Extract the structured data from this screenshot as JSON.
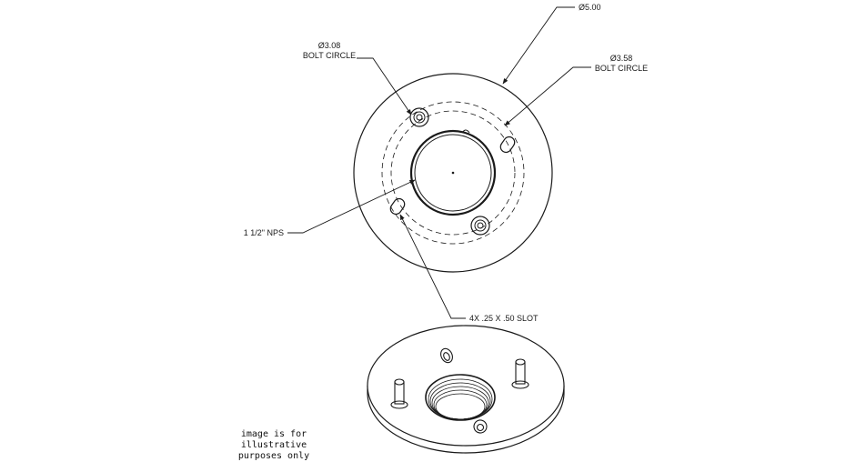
{
  "labels": {
    "overall_diameter": "Ø5.00",
    "small_bolt_circle_diameter": "Ø3.08",
    "small_bolt_circle_caption": "BOLT CIRCLE",
    "large_bolt_circle_diameter": "Ø3.58",
    "large_bolt_circle_caption": "BOLT CIRCLE",
    "center_thread": "1 1/2\" NPS",
    "slots": "4X .25 X .50 SLOT"
  },
  "disclaimer": {
    "line1": "image is for illustrative",
    "line2": "purposes only"
  },
  "colors": {
    "line": "#1a1a1a",
    "background": "#ffffff"
  }
}
